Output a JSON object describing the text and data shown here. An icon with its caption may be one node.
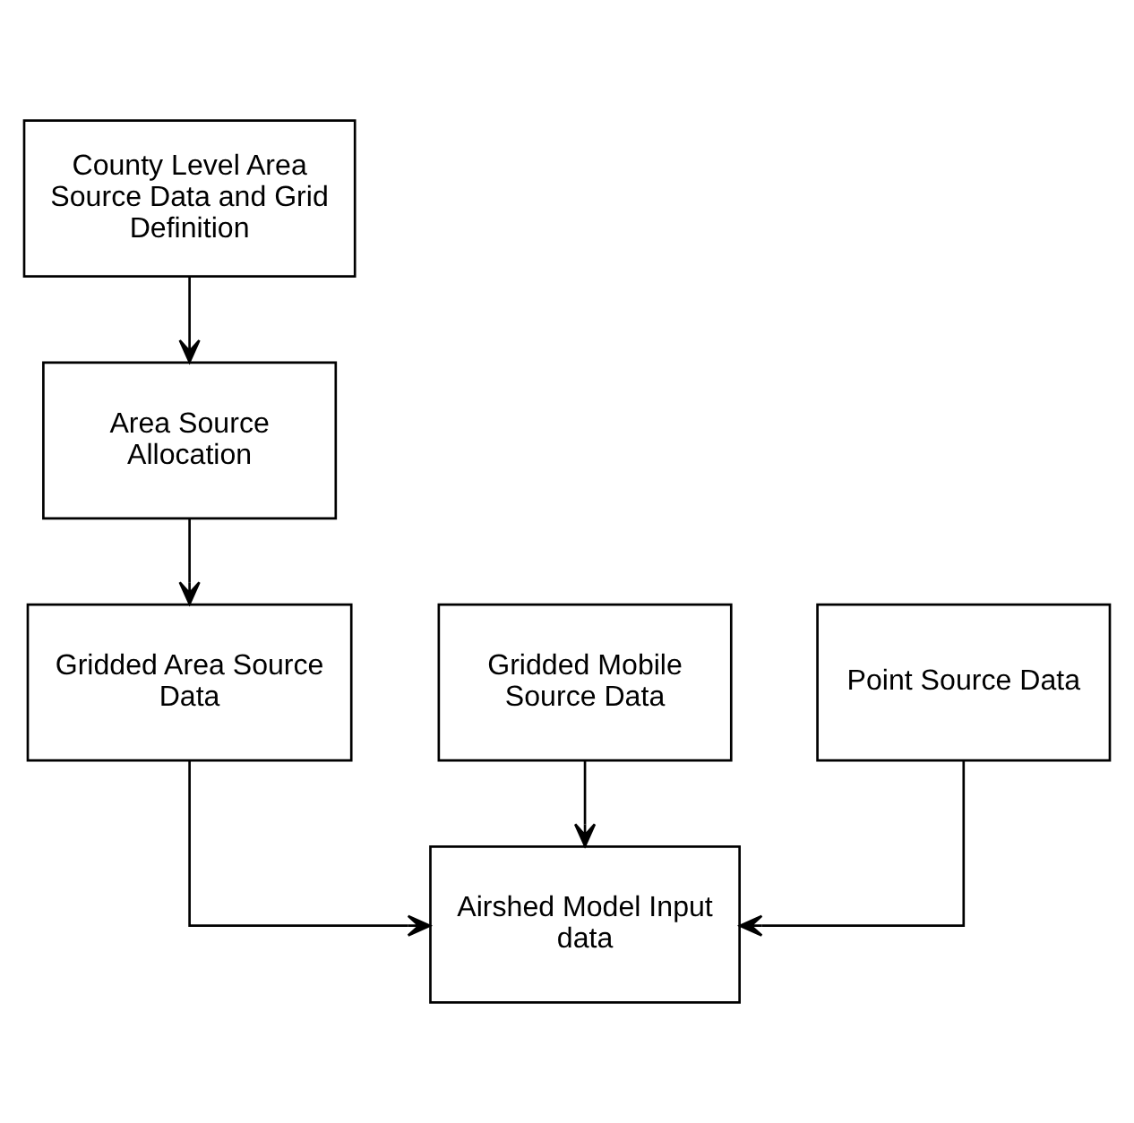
{
  "diagram": {
    "nodes": [
      {
        "text": [
          "County Level Area Source Data and Grid Definition"
        ]
      },
      {
        "text": [
          "Area Source Allocation"
        ]
      },
      {
        "text": [
          "Gridded Mobile Source Data"
        ]
      },
      {
        "text": [
          "Gridded Area Source Data"
        ]
      },
      {
        "text": [
          "Point Source Data"
        ]
      },
      {
        "text": [
          "Airshed Model Input data"
        ]
      }
    ],
    "edges": [
      {
        "from": 0,
        "to": 1,
        "arrow": "to"
      },
      {
        "from": 1,
        "to": 3,
        "arrow": "to"
      },
      {
        "from": 2,
        "to": 5,
        "arrow": "to"
      },
      {
        "from": 3,
        "to": 5,
        "arrow": "to"
      },
      {
        "from": 4,
        "to": 5,
        "arrow": "to"
      }
    ]
  }
}
